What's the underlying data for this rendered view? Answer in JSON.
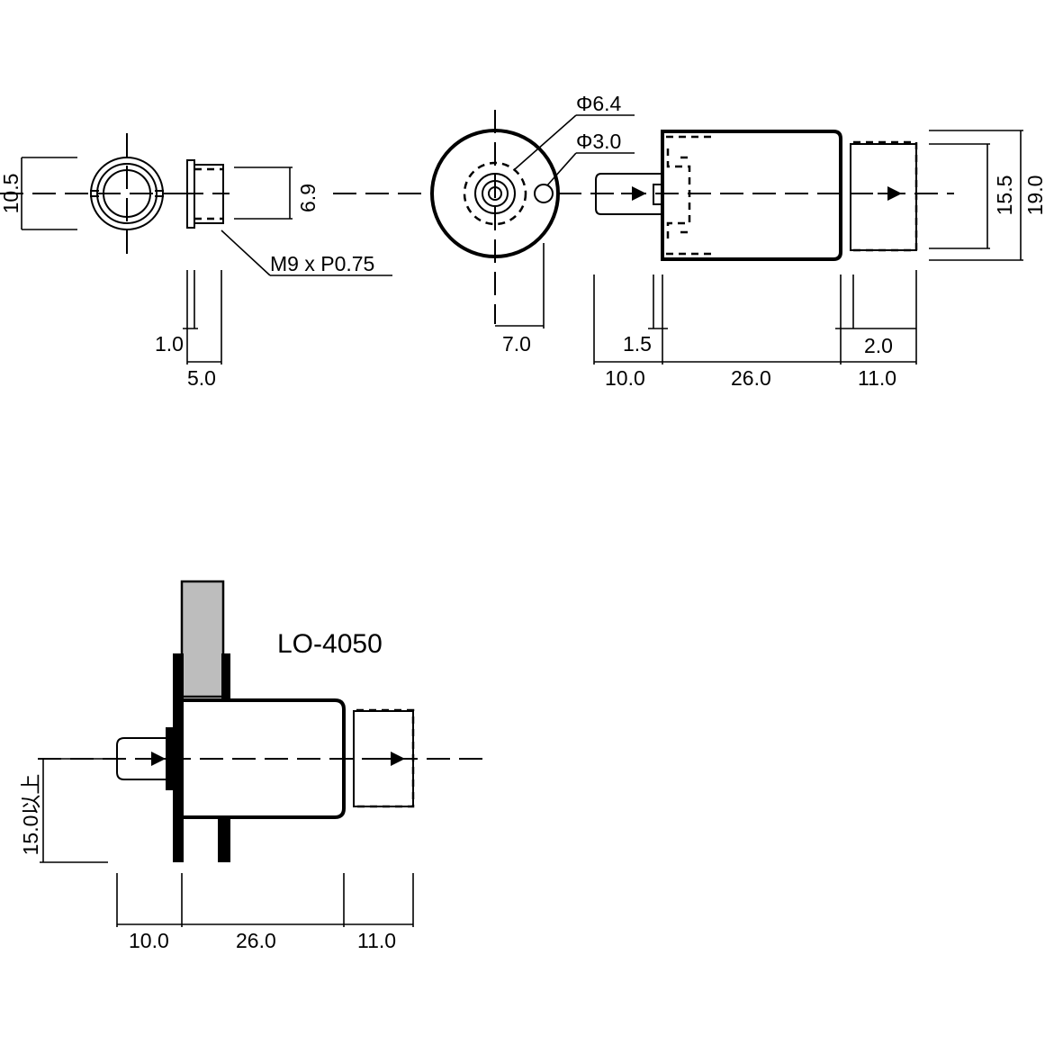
{
  "top_view": {
    "dims": {
      "left_height": "10.5",
      "nut_height": "6.9",
      "nut_thread": "M9 x P0.75",
      "nut_flange": "1.0",
      "nut_width": "5.0",
      "phi_large": "Φ6.4",
      "phi_small": "Φ3.0",
      "offset": "7.0",
      "flange": "1.5",
      "stroke_gap": "2.0",
      "length_a": "10.0",
      "length_b": "26.0",
      "length_c": "11.0",
      "inner_height": "15.5",
      "outer_height": "19.0"
    }
  },
  "bottom_view": {
    "model": "LO-4050",
    "dims": {
      "min_distance": "15.0以上",
      "length_a": "10.0",
      "length_b": "26.0",
      "length_c": "11.0"
    }
  }
}
